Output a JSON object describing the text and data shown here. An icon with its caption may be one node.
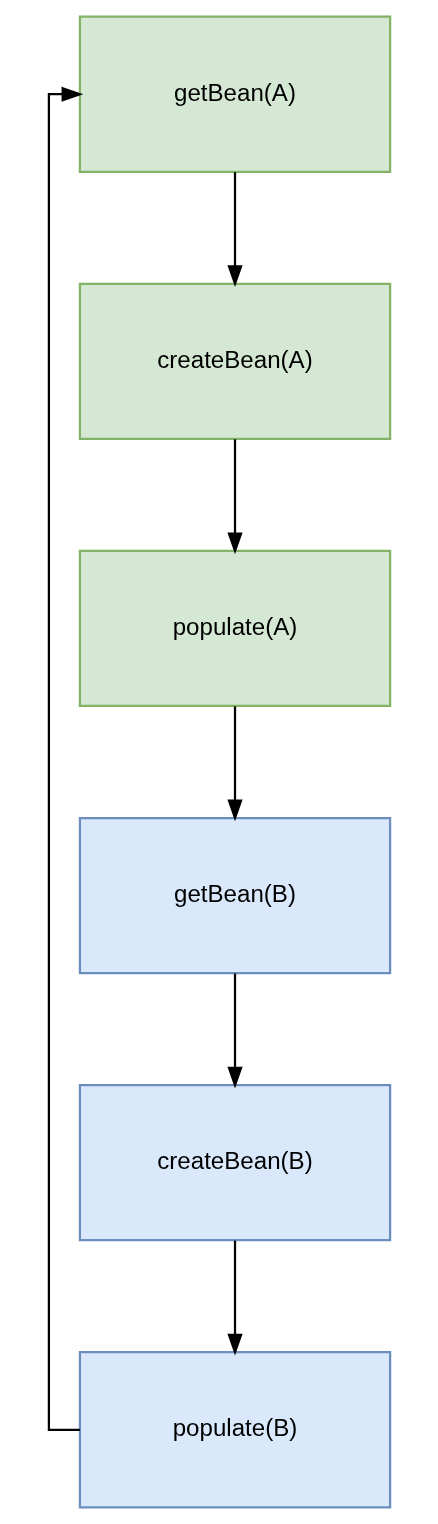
{
  "diagram": {
    "nodes": [
      {
        "text": [
          "getBean(A)"
        ]
      },
      {
        "text": [
          "createBean(A)"
        ]
      },
      {
        "text": [
          "populate(A)"
        ]
      },
      {
        "text": [
          "getBean(B)"
        ]
      },
      {
        "text": [
          "createBean(B)"
        ]
      },
      {
        "text": [
          "populate(B)"
        ]
      }
    ],
    "edges": [
      {
        "from": 0,
        "to": 1,
        "arrow": "to"
      },
      {
        "from": 1,
        "to": 2,
        "arrow": "to"
      },
      {
        "from": 2,
        "to": 3,
        "arrow": "to"
      },
      {
        "from": 3,
        "to": 4,
        "arrow": "to"
      },
      {
        "from": 4,
        "to": 5,
        "arrow": "to"
      },
      {
        "from": 5,
        "to": 0,
        "arrow": "to"
      }
    ]
  }
}
